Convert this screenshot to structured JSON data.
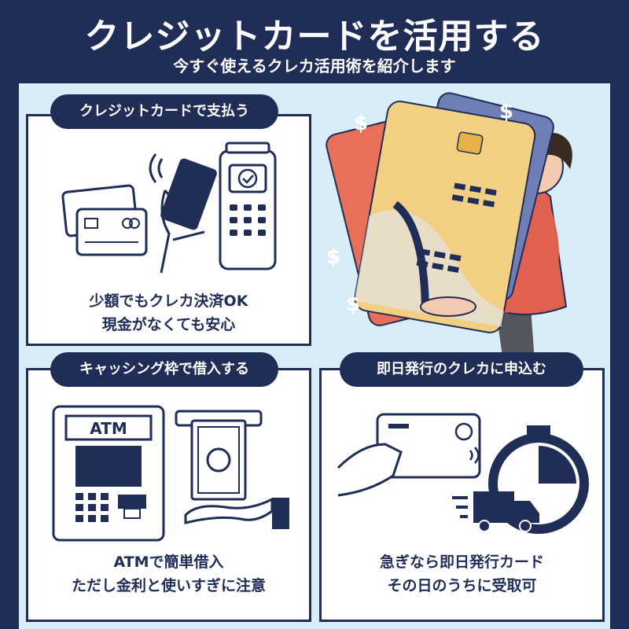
{
  "header": {
    "title": "クレジットカードを活用する",
    "subtitle": "今すぐ使えるクレカ活用術を紹介します"
  },
  "sections": [
    {
      "heading": "クレジットカードで支払う",
      "caption_line1": "少額でもクレカ決済OK",
      "caption_line2": "現金がなくても安心"
    },
    {
      "heading": "キャッシング枠で借入する",
      "atm_label": "ATM",
      "caption_line1": "ATMで簡単借入",
      "caption_line2": "ただし金利と使いすぎに注意"
    },
    {
      "heading": "即日発行のクレカに申込む",
      "caption_line1": "急ぎなら即日発行カード",
      "caption_line2": "その日のうちに受取可"
    }
  ],
  "colors": {
    "navy": "#1f2d57",
    "panel": "#d9edf8",
    "card_yellow": "#f3cf83",
    "card_red": "#e8705a",
    "card_blue": "#6f7fb5",
    "shirt": "#e0614f"
  }
}
